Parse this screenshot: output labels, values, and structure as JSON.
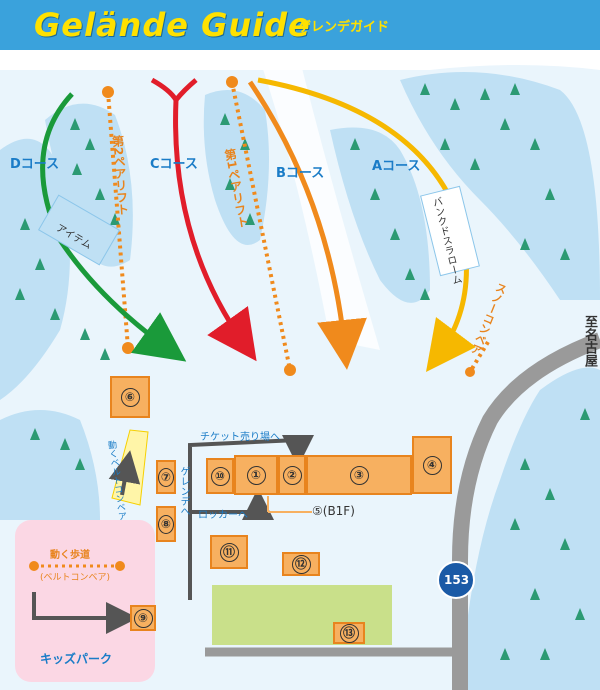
{
  "header": {
    "title": "Gelände Guide",
    "subtitle": "ゲレンデガイド"
  },
  "courses": {
    "a": "Aコース",
    "b": "Bコース",
    "c": "Cコース",
    "d": "Dコース"
  },
  "lifts": {
    "lift1": "第1ペアリフト",
    "lift2": "第2ペアリフト",
    "snow_conveyor": "スノーコンベア"
  },
  "areas": {
    "item": "アイテム",
    "banked_slalom": "バンクドスラローム"
  },
  "road": {
    "to_nagoya": "至名古屋",
    "route_number": "153"
  },
  "facilities": {
    "1": "①",
    "2": "②",
    "3": "③",
    "4": "④",
    "5": "⑤(B1F)",
    "6": "⑥",
    "7": "⑦",
    "8": "⑧",
    "9": "⑨",
    "10": "⑩",
    "11": "⑪",
    "12": "⑫",
    "13": "⑬"
  },
  "notes": {
    "to_ticket": "チケット売り場へ",
    "to_locker": "ロッカーへ",
    "gelande_path": "ゲレンデへ",
    "belt_conveyor": "動くベルトコンベア"
  },
  "kids": {
    "moving_walkway": "動く歩道",
    "belt_conveyor": "(ベルトコンベア)",
    "kids_park": "キッズパーク"
  },
  "colors": {
    "title_bar": "#3aa2dc",
    "title_text": "#ffe100",
    "course_a": "#f6b800",
    "course_b": "#f08a1c",
    "course_c": "#e11d2a",
    "course_d": "#1a9a3a",
    "facility": "#f7b060",
    "kids_park": "#fbd7e4"
  }
}
